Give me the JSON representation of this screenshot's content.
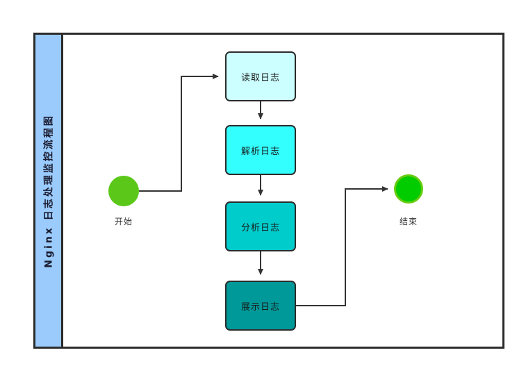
{
  "diagram": {
    "type": "flowchart",
    "lane": {
      "title": "Nginx 日志处理监控流程图",
      "header_color": "#9ACBFC",
      "border_color": "#2b2b2b",
      "background": "#ffffff"
    },
    "events": [
      {
        "id": "start",
        "name": "开始",
        "shape": "circle",
        "fill": "#5BC819",
        "stroke": "#5BC819"
      },
      {
        "id": "end",
        "name": "结束",
        "shape": "circle",
        "fill": "#00CC00",
        "stroke": "#66CC11"
      }
    ],
    "tasks": [
      {
        "id": "read",
        "label": "读取日志",
        "fill": "#CCFFFF",
        "stroke": "#2b2b2b"
      },
      {
        "id": "parse",
        "label": "解析日志",
        "fill": "#33FFFF",
        "stroke": "#2b2b2b"
      },
      {
        "id": "analyze",
        "label": "分析日志",
        "fill": "#00CCCC",
        "stroke": "#2b2b2b"
      },
      {
        "id": "display",
        "label": "展示日志",
        "fill": "#009999",
        "stroke": "#2b2b2b"
      }
    ],
    "connectors": [
      {
        "id": "start-to-read",
        "from": "start",
        "to": "read",
        "style": "orthogonal"
      },
      {
        "id": "read-to-parse",
        "from": "read",
        "to": "parse",
        "style": "straight"
      },
      {
        "id": "parse-to-analyze",
        "from": "parse",
        "to": "analyze",
        "style": "straight"
      },
      {
        "id": "analyze-to-display",
        "from": "analyze",
        "to": "display",
        "style": "straight"
      },
      {
        "id": "display-to-end",
        "from": "display",
        "to": "end",
        "style": "orthogonal"
      }
    ],
    "line_color": "#333333"
  }
}
